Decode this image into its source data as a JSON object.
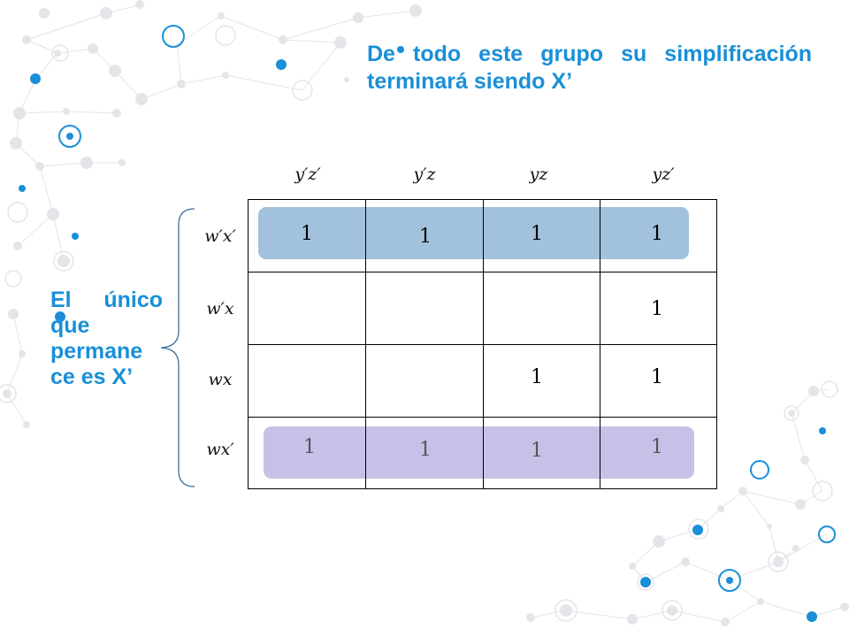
{
  "heading": "De todo este grupo su simplificación terminará siendo X’",
  "side_note": {
    "line1": "El único",
    "line2": "que",
    "line3": "permane",
    "line4": "ce es X’"
  },
  "kmap": {
    "column_labels": [
      "y′z′",
      "y′z",
      "yz",
      "yz′"
    ],
    "row_labels": [
      "w′x′",
      "w′x",
      "wx",
      "wx′"
    ],
    "cells": [
      [
        "1",
        "1",
        "1",
        "1"
      ],
      [
        "",
        "",
        "",
        "1"
      ],
      [
        "",
        "",
        "1",
        "1"
      ],
      [
        "1",
        "1",
        "1",
        "1"
      ]
    ]
  },
  "colors": {
    "accent": "#1a8fd8",
    "group_top": "#a1c1dc",
    "group_bottom": "#c5c1e7"
  }
}
